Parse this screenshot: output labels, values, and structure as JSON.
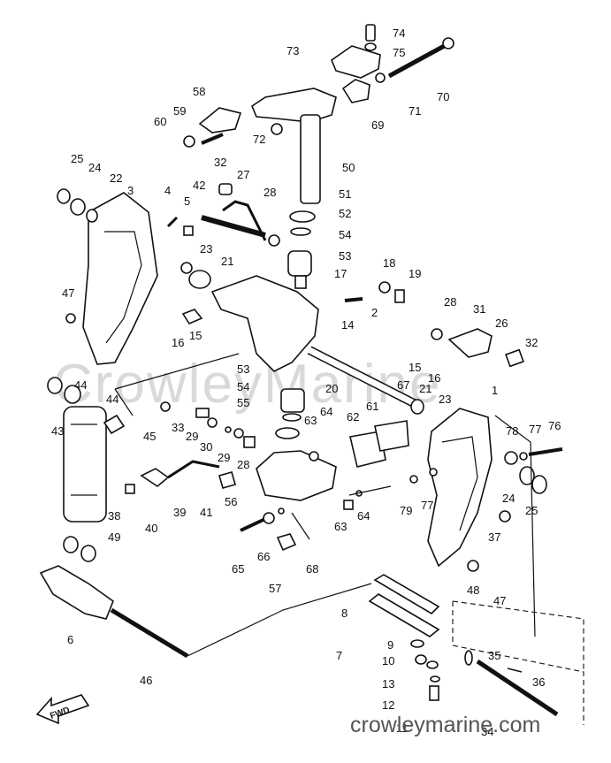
{
  "diagram": {
    "watermark": "CrowleyMarine",
    "footer_url": "crowleymarine.com",
    "fwd_label": "FWD",
    "labels": [
      "74",
      "75",
      "73",
      "70",
      "71",
      "69",
      "58",
      "59",
      "60",
      "72",
      "50",
      "51",
      "52",
      "54",
      "53",
      "17",
      "25",
      "24",
      "22",
      "3",
      "4",
      "5",
      "42",
      "32",
      "27",
      "28",
      "23",
      "21",
      "18",
      "19",
      "47",
      "16",
      "15",
      "2",
      "14",
      "28",
      "31",
      "26",
      "32",
      "44",
      "44",
      "43",
      "45",
      "33",
      "29",
      "30",
      "29",
      "28",
      "53",
      "54",
      "55",
      "63",
      "64",
      "62",
      "61",
      "20",
      "67",
      "15",
      "16",
      "21",
      "23",
      "1",
      "78",
      "77",
      "76",
      "24",
      "25",
      "37",
      "38",
      "39",
      "40",
      "41",
      "56",
      "63",
      "64",
      "79",
      "77",
      "65",
      "66",
      "57",
      "68",
      "49",
      "6",
      "46",
      "8",
      "7",
      "9",
      "10",
      "13",
      "12",
      "11",
      "35",
      "36",
      "48",
      "47",
      "34"
    ]
  }
}
